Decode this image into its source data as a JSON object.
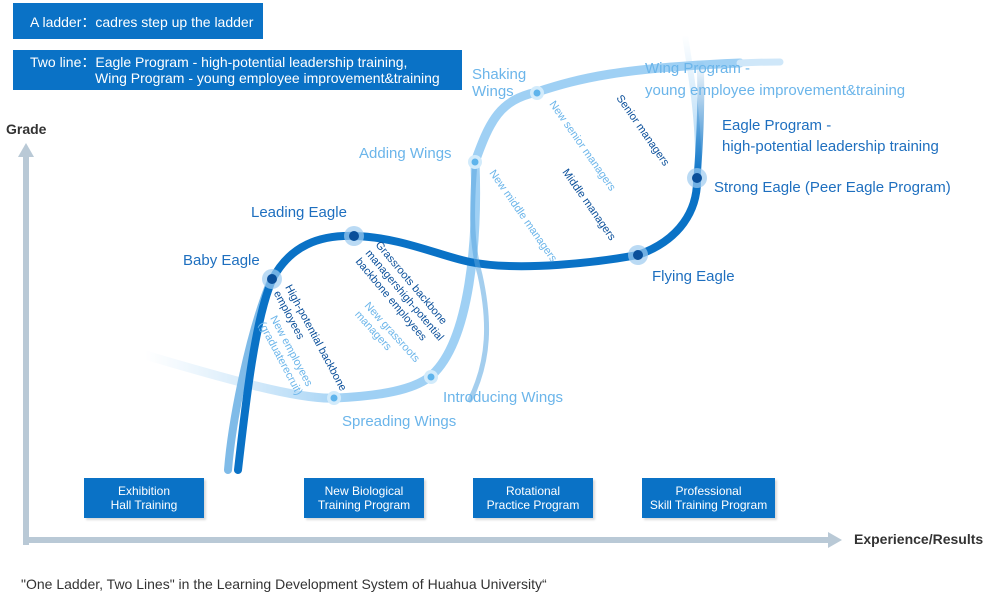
{
  "banners": {
    "ladder": "A ladder：cadres step up the ladder",
    "lines_line1": "Two line：Eagle Program - high-potential leadership training,",
    "lines_line2": "Wing Program - young employee improvement&training"
  },
  "axes": {
    "y_label": "Grade",
    "x_label": "Experience/Results"
  },
  "dark_curve_stages": {
    "baby_eagle": "Baby Eagle",
    "leading_eagle": "Leading Eagle",
    "flying_eagle": "Flying Eagle",
    "strong_eagle": "Strong Eagle (Peer Eagle Program)"
  },
  "light_curve_stages": {
    "spreading_wings": "Spreading Wings",
    "introducing_wings": "Introducing Wings",
    "adding_wings": "Adding Wings",
    "shaking_wings_1": "Shaking",
    "shaking_wings_2": "Wings"
  },
  "program_legends": {
    "wing_program_1": "Wing Program -",
    "wing_program_2": "young employee improvement&training",
    "eagle_program_1": "Eagle Program -",
    "eagle_program_2": "high-potential leadership training"
  },
  "rotated_labels": {
    "high_potential_1": "High-potential backbone",
    "high_potential_2": "employees",
    "new_employees_1": "New employees",
    "new_employees_2": "(graduaterecruit)",
    "grassroots_1": "Grassroots backbone",
    "grassroots_2": "managershigh-potential",
    "grassroots_3": "backbone employees",
    "new_grassroots_1": "New grassroots",
    "new_grassroots_2": "managers",
    "middle_managers": "Middle managers",
    "new_middle_managers": "New middle managers",
    "senior_managers": "Senior managers",
    "new_senior_managers": "New senior managers"
  },
  "program_boxes": [
    {
      "line1": "Exhibition",
      "line2": "Hall Training"
    },
    {
      "line1": "New Biological",
      "line2": "Training Program"
    },
    {
      "line1": "Rotational",
      "line2": "Practice Program"
    },
    {
      "line1": "Professional",
      "line2": "Skill Training Program"
    }
  ],
  "caption": "\"One Ladder, Two Lines\" in the Learning Development System of Huahua University“",
  "colors": {
    "dark_blue": "#0a72c6",
    "mid_blue": "#1e6fbf",
    "light_blue": "#7cc0f0",
    "axis_gray": "#b9c9d6"
  }
}
